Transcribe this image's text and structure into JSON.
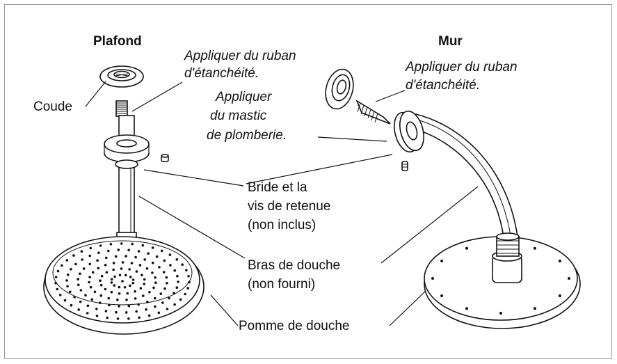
{
  "labels": {
    "ceiling_title": "Plafond",
    "wall_title": "Mur",
    "tape_ceiling": [
      "Appliquer du ruban",
      "d'étanchéité."
    ],
    "tape_wall": [
      "Appliquer du ruban",
      "d'étanchéité."
    ],
    "mastic": [
      "Appliquer",
      "du mastic",
      "de plomberie."
    ],
    "elbow": "Coude",
    "flange": [
      "Bride et la",
      "vis de retenue",
      "(non inclus)"
    ],
    "arm": [
      "Bras de douche",
      "(non fourni)"
    ],
    "head": "Pomme de douche"
  }
}
